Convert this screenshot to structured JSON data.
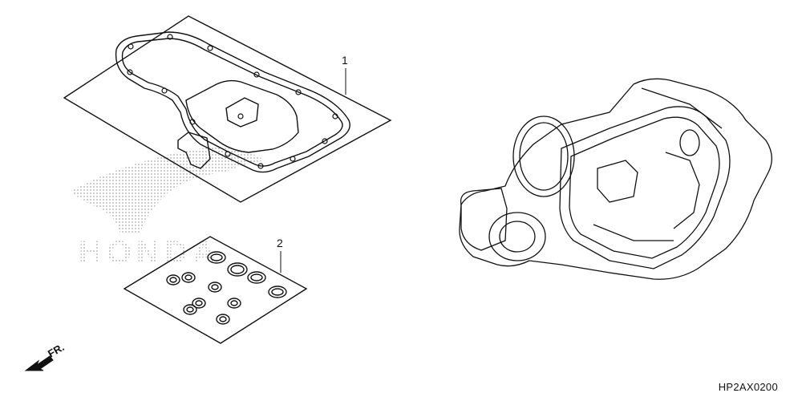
{
  "callouts": {
    "part_1": "1",
    "part_2": "2"
  },
  "direction_label": "FR.",
  "diagram_code": "HP2AX0200",
  "watermark": {
    "logo_text": "HONDA"
  },
  "colors": {
    "line": "#111111",
    "dots": "#9a9a9a"
  },
  "icons": {
    "direction": "arrow-down-left-icon",
    "washer": "o-ring-icon"
  }
}
